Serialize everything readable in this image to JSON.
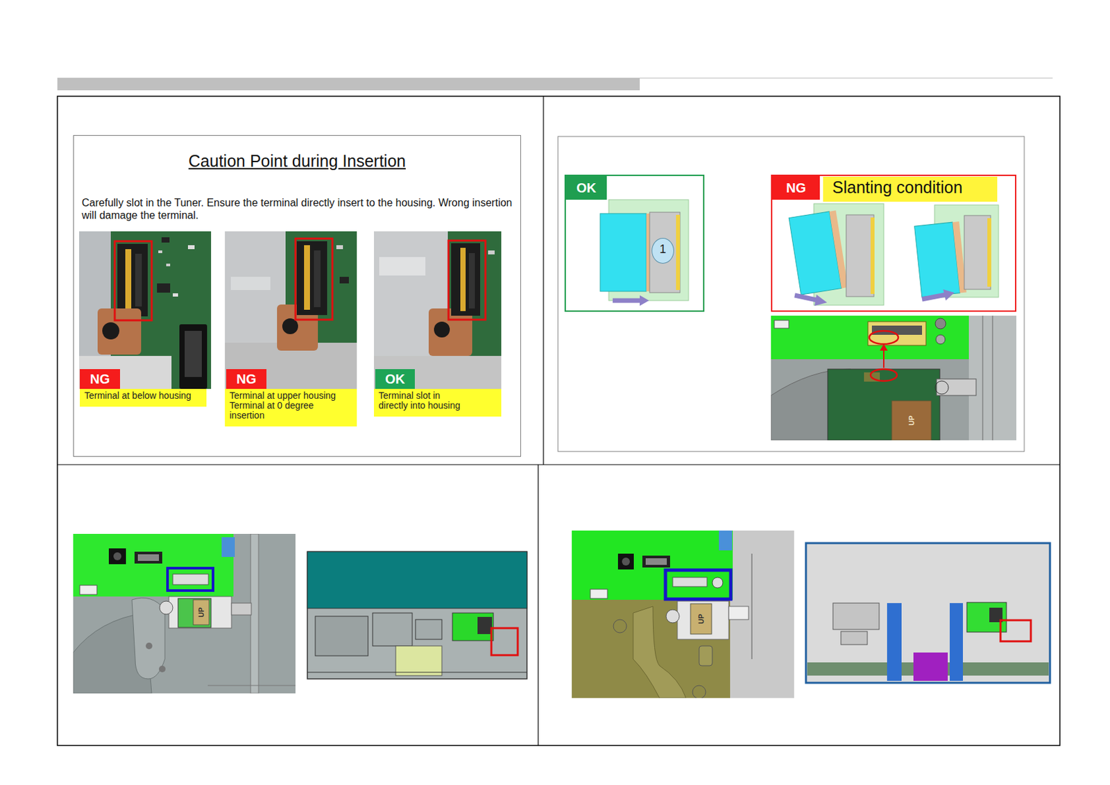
{
  "diagram": {
    "nodes": [
      {
        "text": [
          "Caution Point during Insertion",
          "Carefully slot in the Tuner. Ensure the terminal directly insert to the housing. Wrong insertion will damage the terminal."
        ]
      },
      {
        "text": [
          "NG"
        ],
        "in": 0
      },
      {
        "text": [
          "Terminal at below housing"
        ],
        "in": 0
      },
      {
        "text": [
          "NG"
        ],
        "in": 0
      },
      {
        "text": [
          "Terminal at upper housing Terminal at 0 degree insertion"
        ],
        "in": 0
      },
      {
        "text": [
          "OK"
        ],
        "in": 0
      },
      {
        "text": [
          "Terminal slot in directly into housing"
        ],
        "in": 0
      },
      {
        "text": [
          "OK"
        ]
      },
      {
        "text": [
          "1"
        ],
        "in": 7
      },
      {
        "text": [
          "NG"
        ]
      },
      {
        "text": [
          "Slanting condition"
        ],
        "in": 9
      }
    ],
    "labels": [
      "UP",
      "UP",
      "UP"
    ]
  }
}
